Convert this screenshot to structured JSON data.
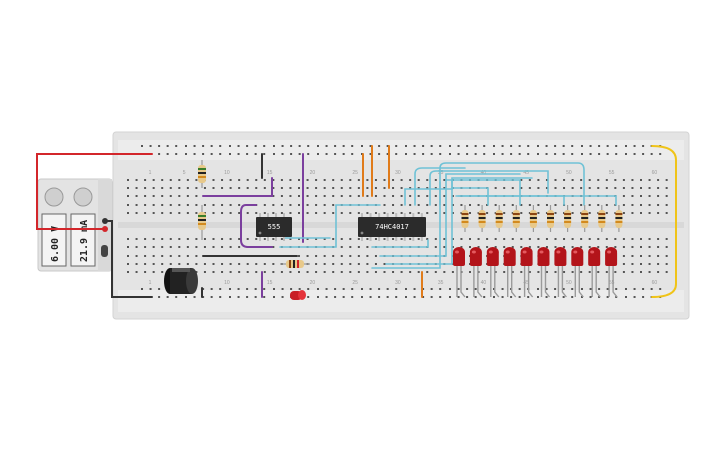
{
  "power_supply": {
    "voltage": "6.00 V",
    "current": "21.9 mA"
  },
  "chips": {
    "timer_label": "555",
    "counter_label": "74HC4017"
  },
  "breadboard": {
    "column_numbers_top": [
      "1",
      "5",
      "10",
      "15",
      "20",
      "25",
      "30",
      "35",
      "40",
      "45",
      "50",
      "55",
      "60"
    ],
    "column_numbers_bottom": [
      "1",
      "5",
      "10",
      "15",
      "20",
      "25",
      "30",
      "35",
      "40",
      "45",
      "50",
      "55",
      "60"
    ]
  },
  "led_count": 10,
  "colors": {
    "board": "#e2e2e2",
    "wire_red": "#d3262b",
    "wire_black": "#333333",
    "wire_purple": "#7b3f9e",
    "wire_orange": "#e07b1a",
    "wire_cyan": "#6fc2d6",
    "wire_yellow": "#f0c419",
    "led_red": "#b3141a"
  }
}
